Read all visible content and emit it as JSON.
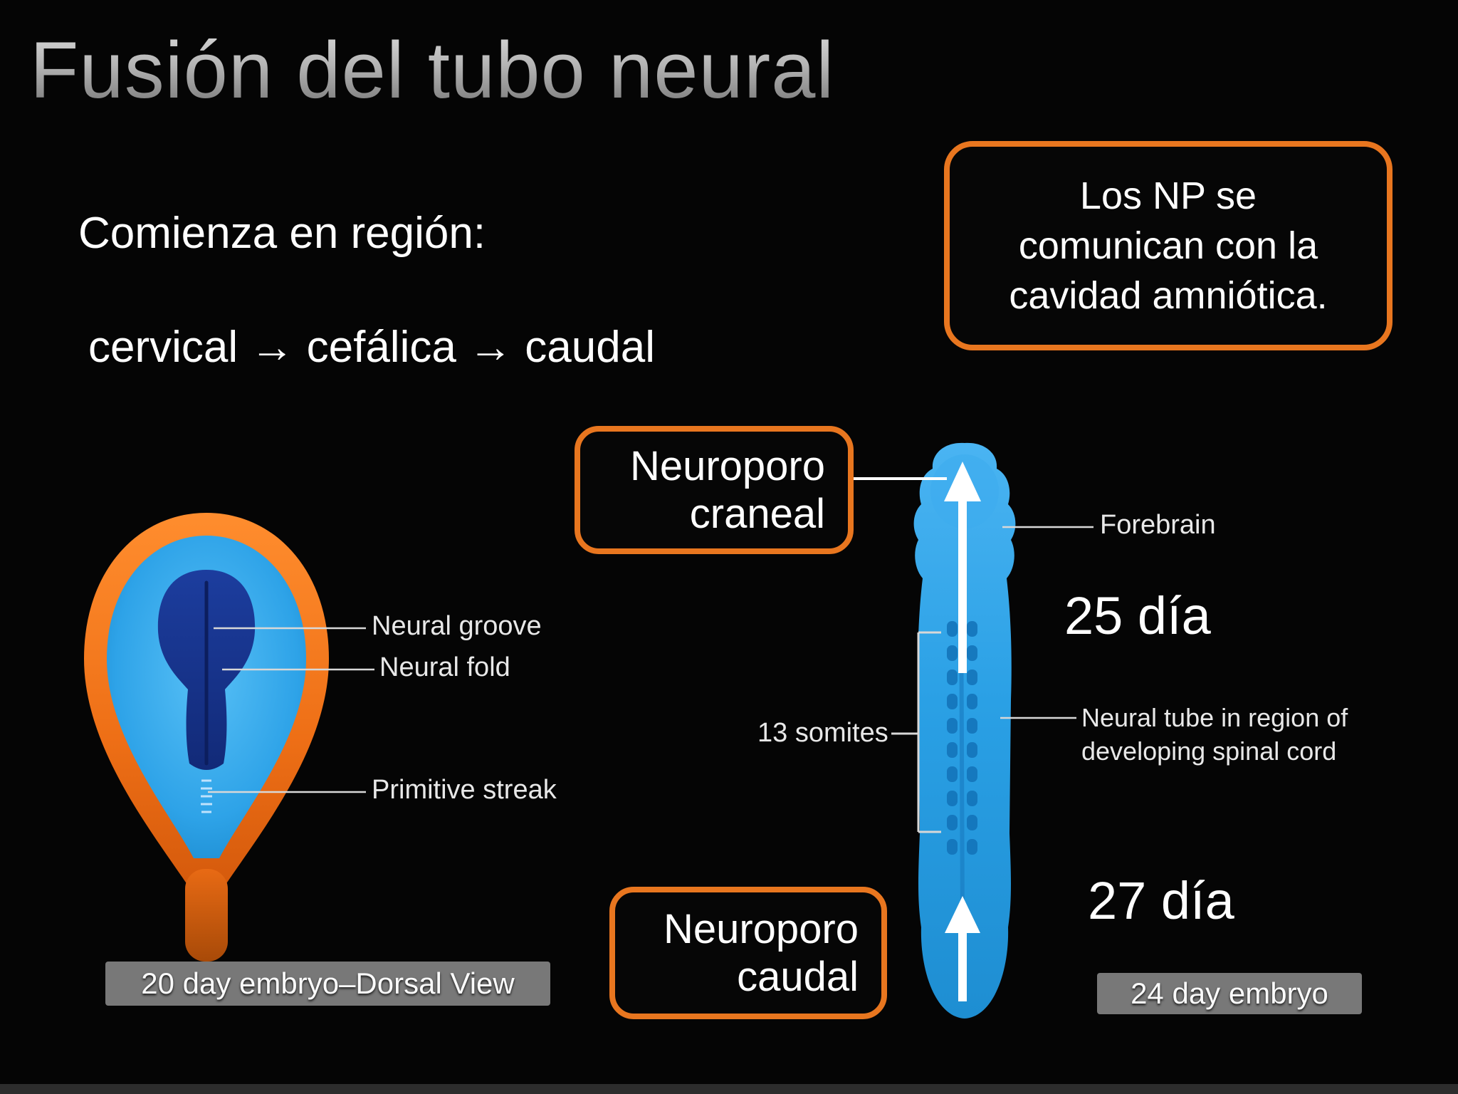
{
  "slide": {
    "title": "Fusión del tubo neural",
    "intro_line": "Comienza en región:",
    "sequence_line": "cervical → cefálica → caudal",
    "callout": {
      "line1": "Los NP se",
      "line2": "comunican con la",
      "line3": "cavidad amniótica."
    }
  },
  "left_figure": {
    "labels": {
      "neural_groove": "Neural groove",
      "neural_fold": "Neural fold",
      "primitive_streak": "Primitive streak"
    },
    "caption": "20 day embryo–Dorsal View"
  },
  "right_figure": {
    "neuroporo_craneal": {
      "line1": "Neuroporo",
      "line2": "craneal"
    },
    "neuroporo_caudal": {
      "line1": "Neuroporo",
      "line2": "caudal"
    },
    "labels": {
      "forebrain": "Forebrain",
      "somites": "13 somites",
      "neural_tube_line1": "Neural tube in region of",
      "neural_tube_line2": "developing spinal cord",
      "day25": "25 día",
      "day27": "27 día"
    },
    "caption": "24 day embryo"
  },
  "colors": {
    "accent_orange": "#E8761F",
    "embryo_blue": "#2EA3E8",
    "neural_plate_dark_blue": "#1C3D9E",
    "caption_gray": "#AAAAAA",
    "background": "#050505",
    "text_white": "#FFFFFF",
    "title_gray": "#B7B7B7"
  }
}
